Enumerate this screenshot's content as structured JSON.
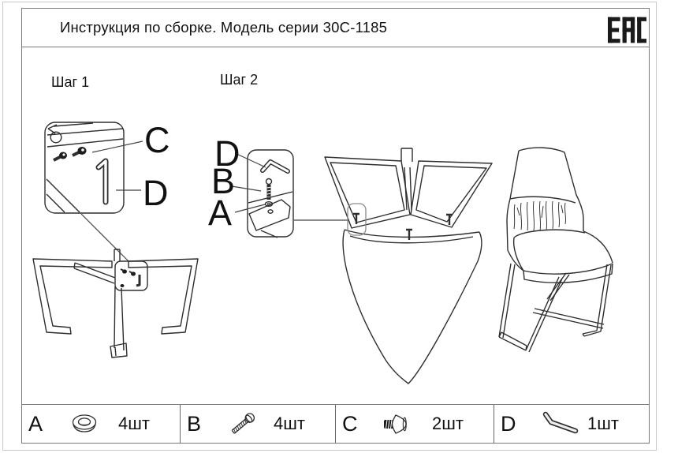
{
  "header": {
    "title": "Инструкция по сборке. Модель серии 30С-1185",
    "certification_mark": "EAC"
  },
  "steps": {
    "step1": {
      "label": "Шаг 1",
      "callout_c": "C",
      "callout_d": "D"
    },
    "step2": {
      "label": "Шаг 2",
      "callout_d": "D",
      "callout_b": "B",
      "callout_a": "A"
    }
  },
  "parts_table": {
    "items": [
      {
        "letter": "A",
        "icon": "washer-icon",
        "quantity": "4шт"
      },
      {
        "letter": "B",
        "icon": "bolt-icon",
        "quantity": "4шт"
      },
      {
        "letter": "C",
        "icon": "countersunk-screw-icon",
        "quantity": "2шт"
      },
      {
        "letter": "D",
        "icon": "hex-key-icon",
        "quantity": "1шт"
      }
    ]
  },
  "colors": {
    "line_art": "#2e2e2e",
    "frame_border": "#7a7a7a",
    "outer_border": "#c9c9c9",
    "text": "#111111"
  }
}
